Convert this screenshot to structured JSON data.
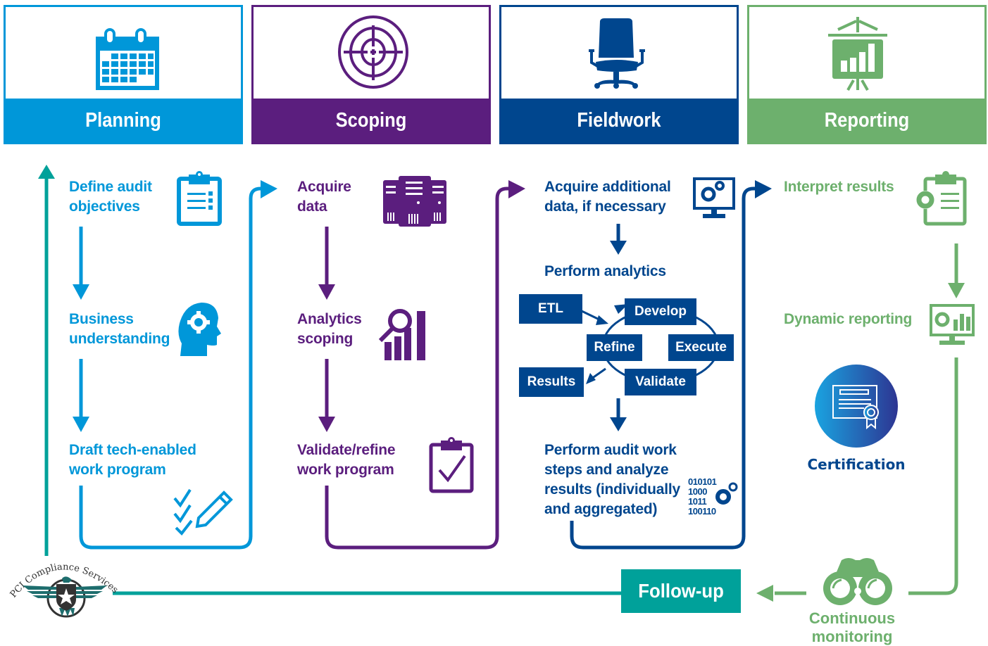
{
  "colors": {
    "planning": "#0097d9",
    "scoping": "#5b1e7e",
    "fieldwork": "#00468e",
    "reporting": "#6db06d",
    "followup": "#00a19a"
  },
  "phases": [
    {
      "label": "Planning",
      "icon": "calendar-icon"
    },
    {
      "label": "Scoping",
      "icon": "target-icon"
    },
    {
      "label": "Fieldwork",
      "icon": "office-chair-icon"
    },
    {
      "label": "Reporting",
      "icon": "presentation-chart-icon"
    }
  ],
  "planning": {
    "steps": [
      {
        "label": "Define audit\nobjectives",
        "icon": "clipboard-list-icon"
      },
      {
        "label": "Business\nunderstanding",
        "icon": "head-gear-icon"
      },
      {
        "label": "Draft tech-enabled\nwork program",
        "icon": "checkmarks-pencil-icon"
      }
    ]
  },
  "scoping": {
    "steps": [
      {
        "label": "Acquire\ndata",
        "icon": "servers-icon"
      },
      {
        "label": "Analytics\nscoping",
        "icon": "magnifier-bars-icon"
      },
      {
        "label": "Validate/refine\nwork program",
        "icon": "clipboard-check-icon"
      }
    ]
  },
  "fieldwork": {
    "steps": [
      {
        "label": "Acquire additional\ndata, if necessary",
        "icon": "monitor-gears-icon"
      },
      {
        "label": "Perform analytics"
      },
      {
        "label": "Perform audit work\nsteps and analyze\nresults (individually\nand aggregated)",
        "icon": "binary-gears-icon"
      }
    ],
    "cycle": {
      "etl": "ETL",
      "develop": "Develop",
      "execute": "Execute",
      "validate": "Validate",
      "refine": "Refine",
      "results": "Results"
    },
    "binary_text": [
      "010101",
      "1000",
      "1011",
      "100110"
    ]
  },
  "reporting": {
    "steps": [
      {
        "label": "Interpret results",
        "icon": "clipboard-gear-icon"
      },
      {
        "label": "Dynamic reporting",
        "icon": "monitor-chart-icon"
      }
    ],
    "certification": {
      "label": "Certification",
      "icon": "certificate-icon"
    }
  },
  "followup": {
    "label": "Follow-up"
  },
  "monitoring": {
    "label": "Continuous monitoring",
    "icon": "binoculars-icon"
  },
  "logo": {
    "text": "PCI Compliance Services",
    "icon": "eagle-shield-icon"
  }
}
